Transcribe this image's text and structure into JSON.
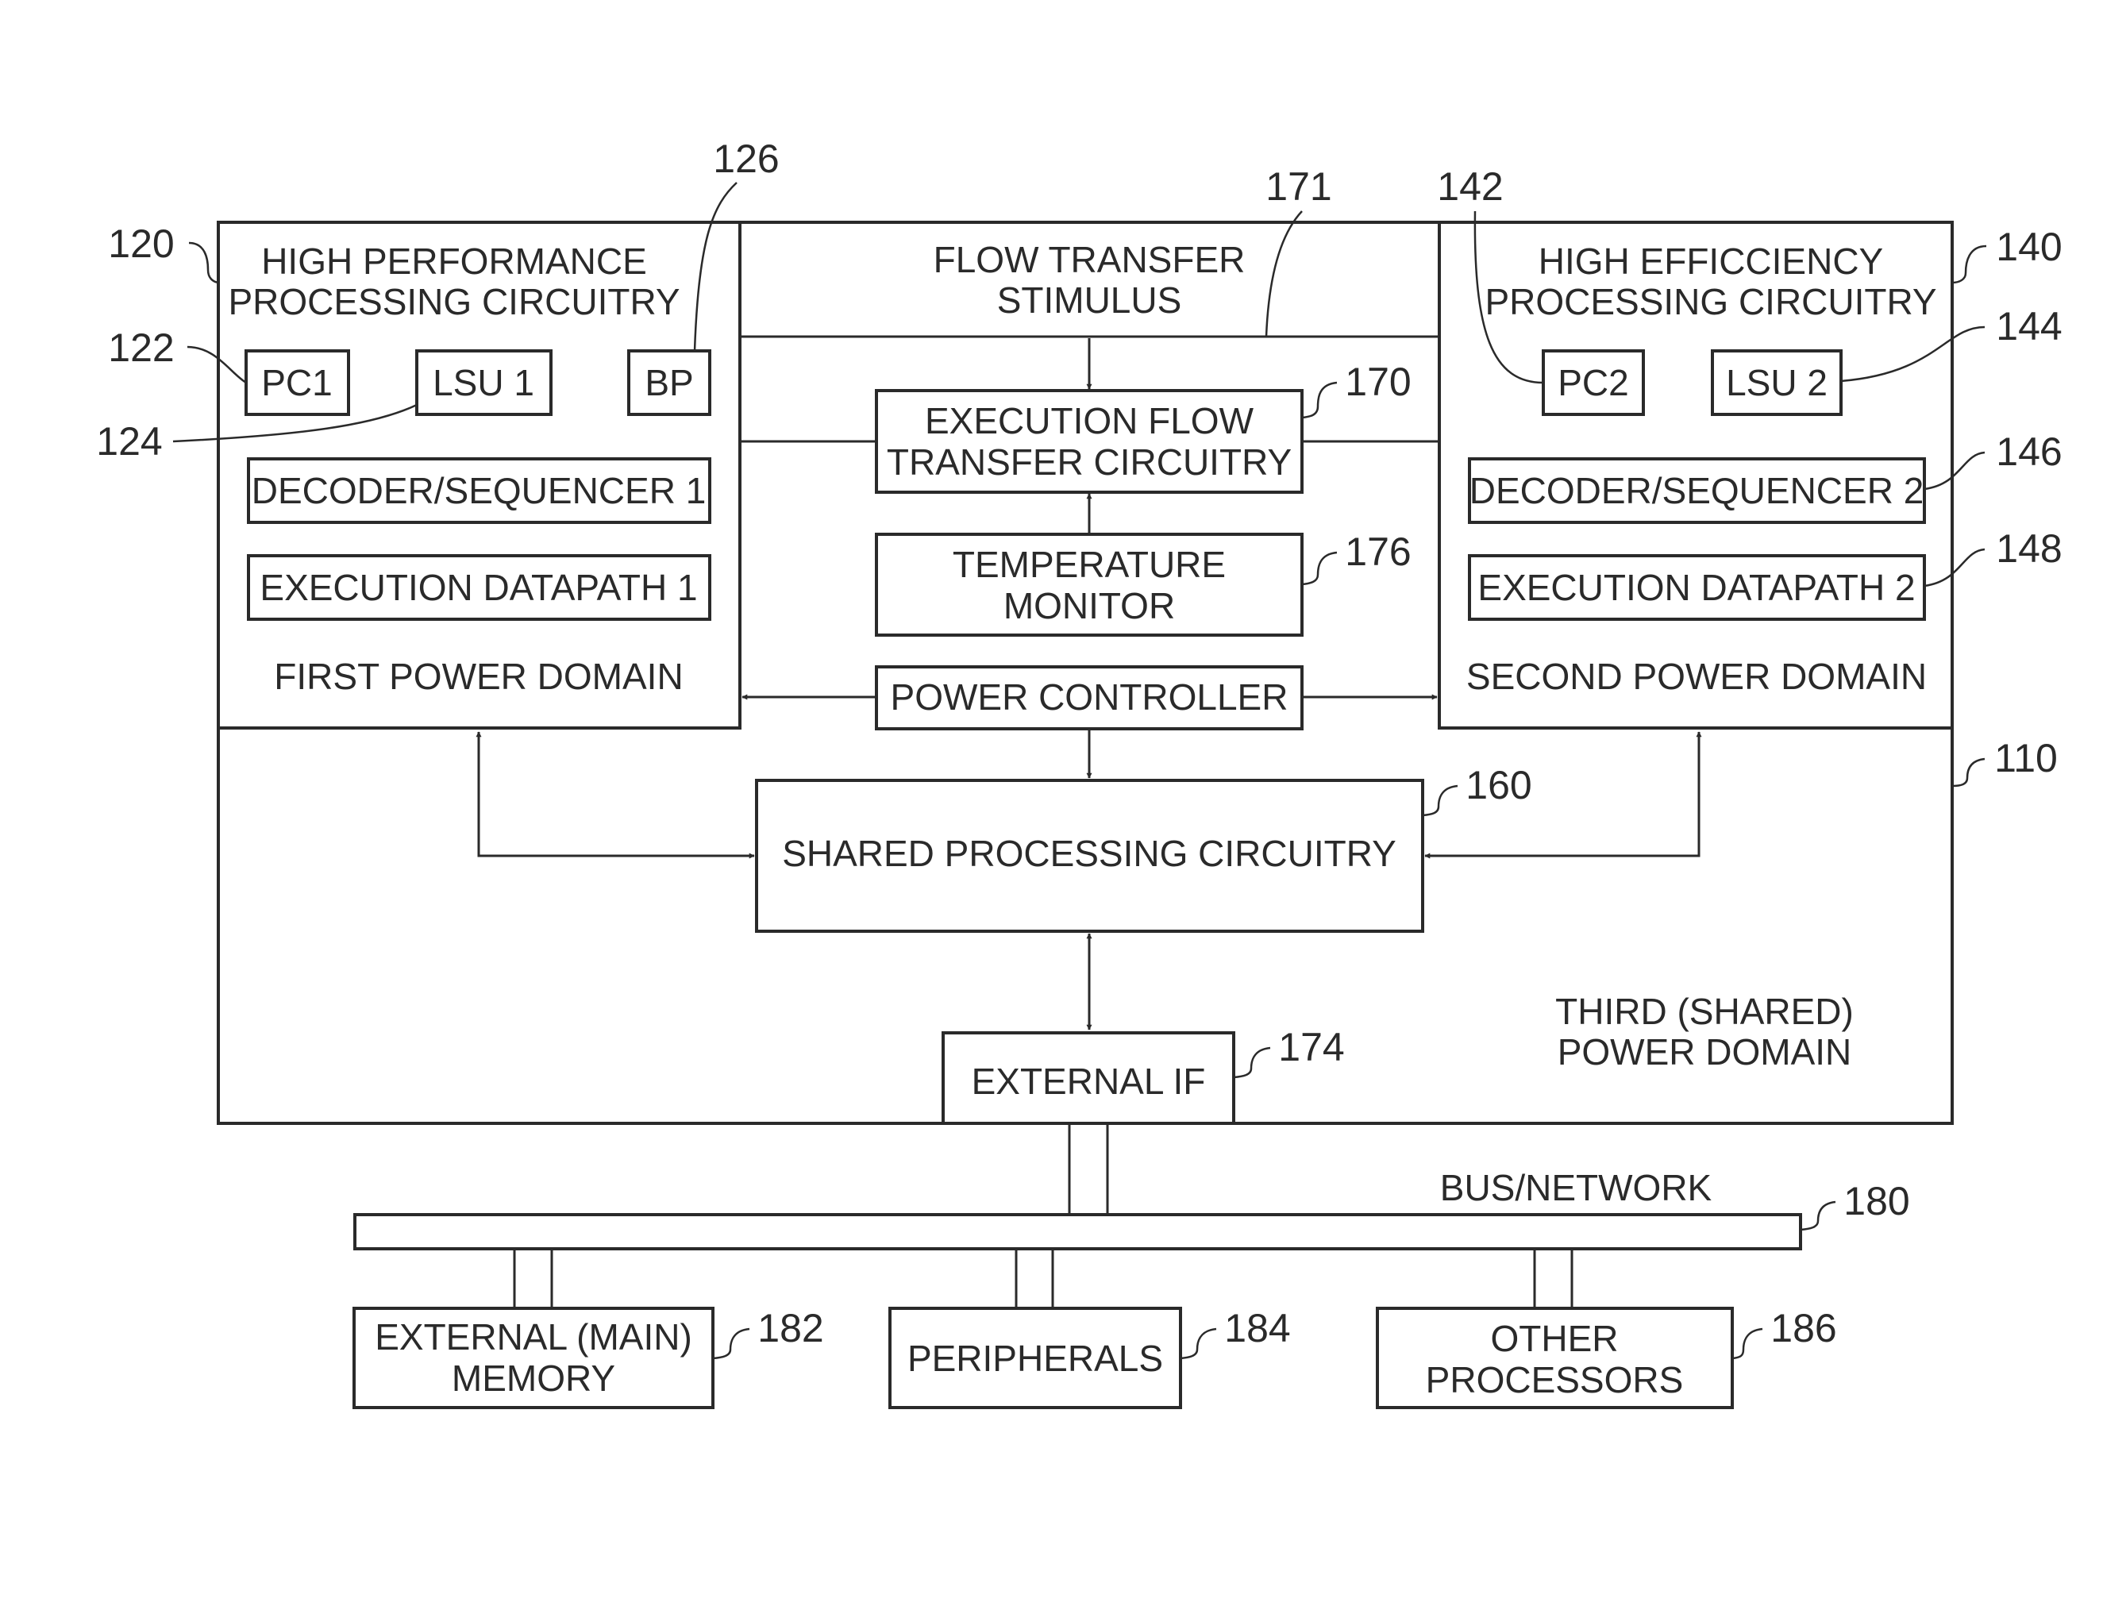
{
  "refs": {
    "r110": "110",
    "r120": "120",
    "r122": "122",
    "r124": "124",
    "r126": "126",
    "r140": "140",
    "r142": "142",
    "r144": "144",
    "r146": "146",
    "r148": "148",
    "r160": "160",
    "r170": "170",
    "r171": "171",
    "r174": "174",
    "r176": "176",
    "r180": "180",
    "r182": "182",
    "r184": "184",
    "r186": "186"
  },
  "hp": {
    "title1": "HIGH PERFORMANCE",
    "title2": "PROCESSING CIRCUITRY",
    "pc": "PC1",
    "lsu": "LSU 1",
    "bp": "BP",
    "decoder": "DECODER/SEQUENCER 1",
    "datapath": "EXECUTION DATAPATH 1",
    "domain": "FIRST POWER DOMAIN"
  },
  "he": {
    "title1": "HIGH EFFICCIENCY",
    "title2": "PROCESSING CIRCUITRY",
    "pc": "PC2",
    "lsu": "LSU 2",
    "decoder": "DECODER/SEQUENCER 2",
    "datapath": "EXECUTION DATAPATH 2",
    "domain": "SECOND POWER DOMAIN"
  },
  "center": {
    "stimulus1": "FLOW TRANSFER",
    "stimulus2": "STIMULUS",
    "eftc1": "EXECUTION FLOW",
    "eftc2": "TRANSFER CIRCUITRY",
    "temp1": "TEMPERATURE",
    "temp2": "MONITOR",
    "power": "POWER CONTROLLER"
  },
  "shared": {
    "label": "SHARED PROCESSING CIRCUITRY",
    "domain1": "THIRD (SHARED)",
    "domain2": "POWER DOMAIN",
    "extif": "EXTERNAL IF"
  },
  "bus": {
    "label": "BUS/NETWORK"
  },
  "devices": {
    "memory1": "EXTERNAL (MAIN)",
    "memory2": "MEMORY",
    "peripherals": "PERIPHERALS",
    "other1": "OTHER",
    "other2": "PROCESSORS"
  }
}
